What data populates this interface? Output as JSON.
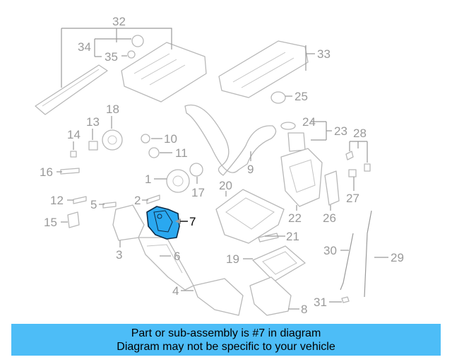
{
  "callouts": {
    "c32": "32",
    "c34": "34",
    "c35": "35",
    "c33": "33",
    "c25": "25",
    "c24": "24",
    "c23": "23",
    "c28": "28",
    "c18": "18",
    "c13": "13",
    "c14": "14",
    "c10": "10",
    "c11": "11",
    "c9": "9",
    "c16": "16",
    "c1": "1",
    "c17": "17",
    "c20": "20",
    "c27": "27",
    "c12": "12",
    "c5": "5",
    "c2": "2",
    "c7": "7",
    "c22": "22",
    "c26": "26",
    "c15": "15",
    "c21": "21",
    "c3": "3",
    "c6": "6",
    "c30": "30",
    "c29": "29",
    "c19": "19",
    "c4": "4",
    "c8": "8",
    "c31": "31"
  },
  "highlight": {
    "part_number": "7",
    "color": "#2aa8f0"
  },
  "banner": {
    "line1": "Part or sub-assembly is #7 in diagram",
    "line2": "Diagram may not be specific to your vehicle",
    "color": "#4dbdf7"
  }
}
